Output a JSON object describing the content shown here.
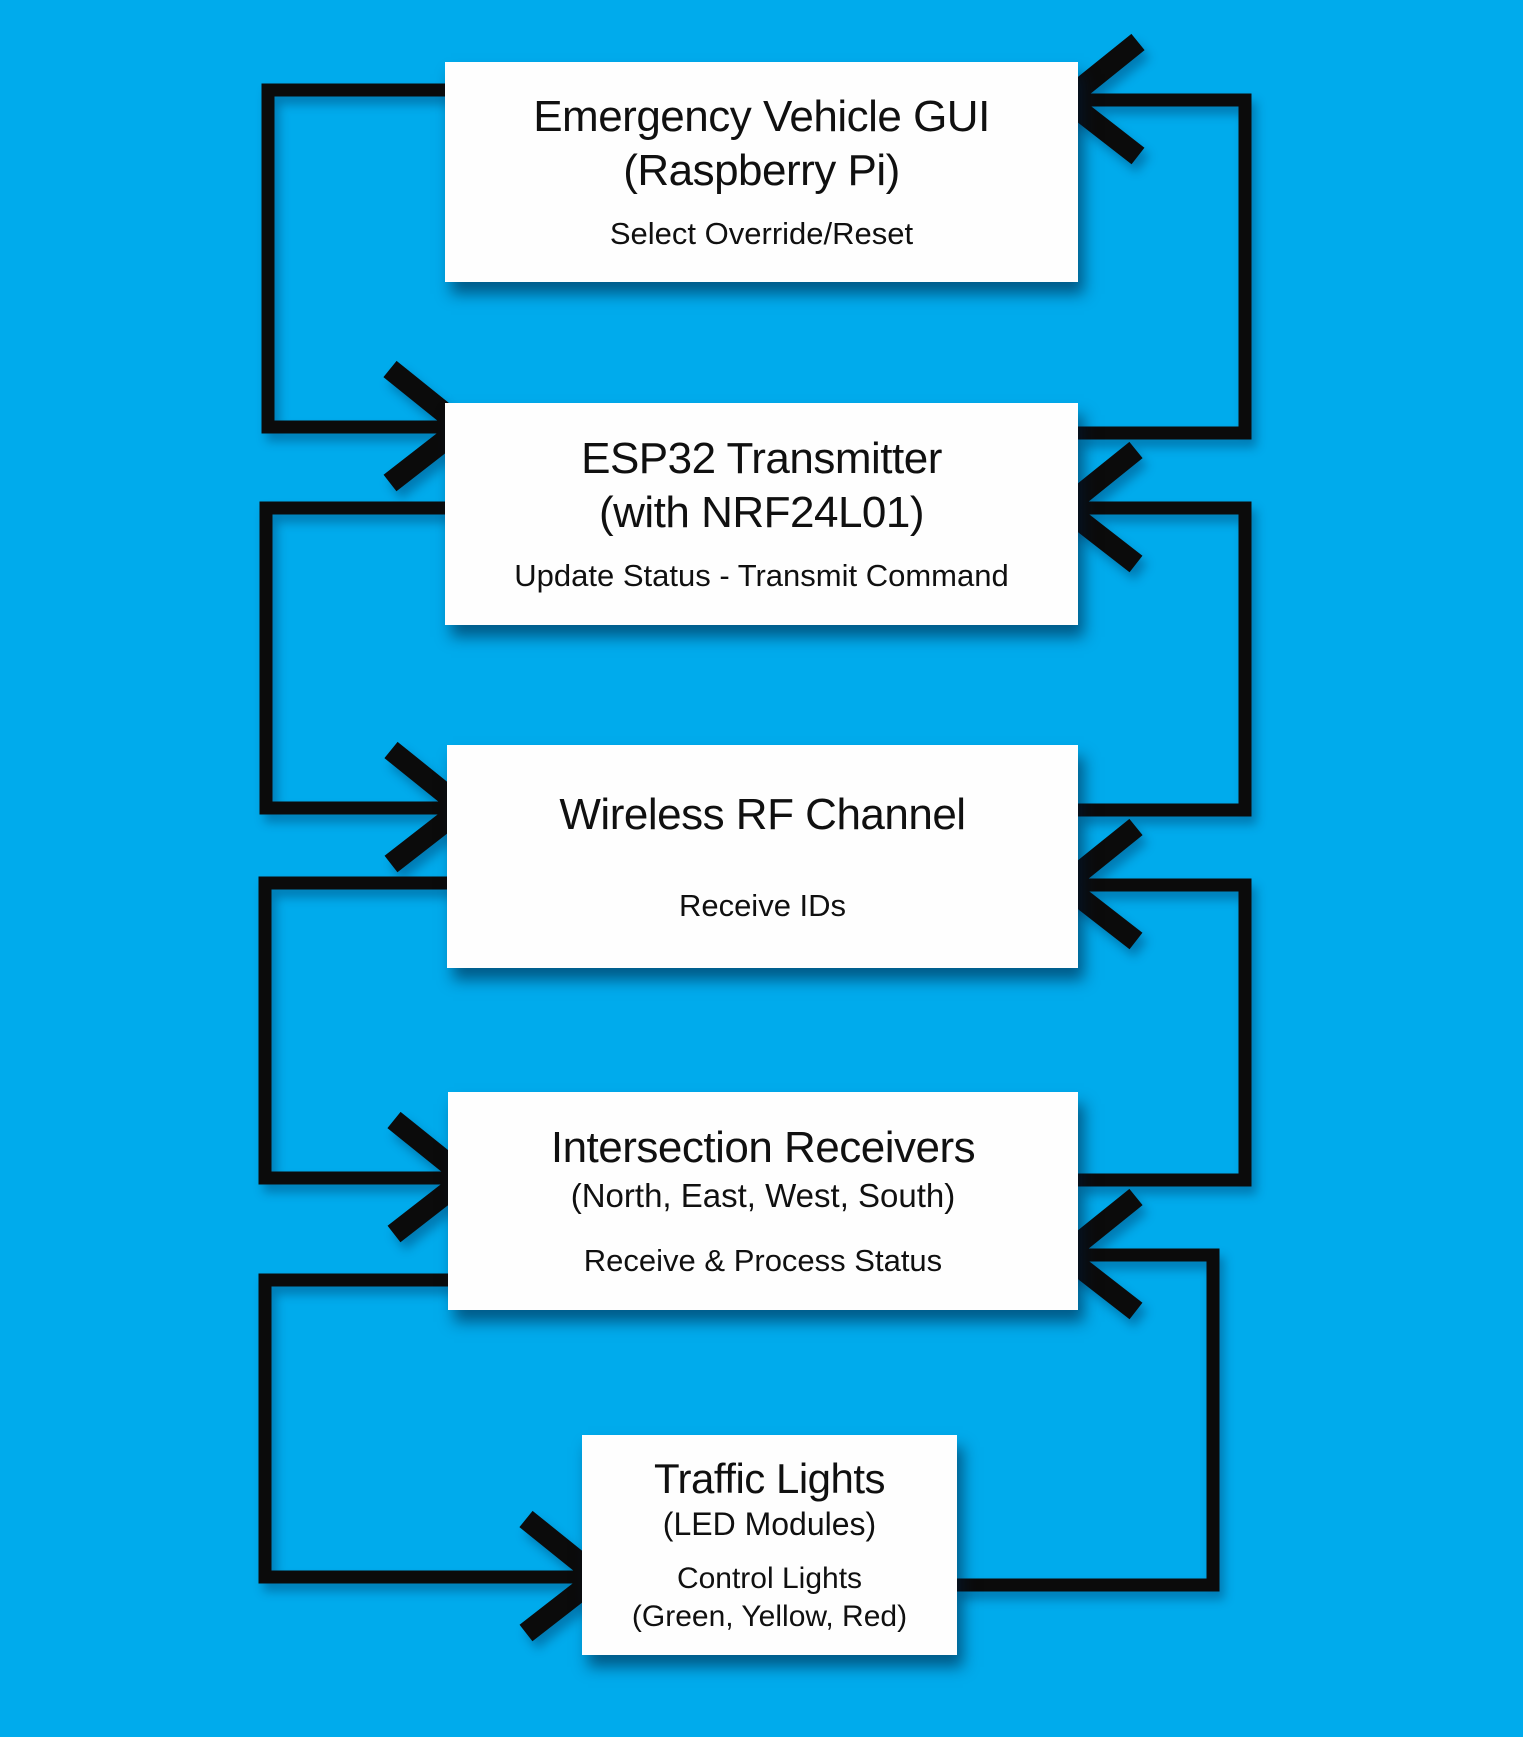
{
  "diagram": {
    "background_color": "#00ABEC",
    "node_fill": "#FEFEFE",
    "line_color": "#0B0B0B",
    "text_color": "#101010"
  },
  "nodes": [
    {
      "id": "emergency-vehicle-gui",
      "t1": "Emergency Vehicle GUI",
      "t2": "(Raspberry Pi)",
      "s1": "Select Override/Reset"
    },
    {
      "id": "esp32-transmitter",
      "t1": "ESP32 Transmitter",
      "t2": "(with NRF24L01)",
      "s1": "Update Status - Transmit Command"
    },
    {
      "id": "wireless-rf-channel",
      "t1": "Wireless RF Channel",
      "s1": "Receive IDs"
    },
    {
      "id": "intersection-receivers",
      "t1": "Intersection Receivers",
      "t2": "(North, East, West, South)",
      "s1": "Receive & Process Status"
    },
    {
      "id": "traffic-lights",
      "t1": "Traffic Lights",
      "t2": "(LED Modules)",
      "s1": "Control Lights",
      "s2": "(Green, Yellow, Red)"
    }
  ],
  "edges": [
    {
      "from": "emergency-vehicle-gui",
      "to": "esp32-transmitter",
      "side": "left",
      "direction": "down"
    },
    {
      "from": "esp32-transmitter",
      "to": "wireless-rf-channel",
      "side": "left",
      "direction": "down"
    },
    {
      "from": "wireless-rf-channel",
      "to": "intersection-receivers",
      "side": "left",
      "direction": "down"
    },
    {
      "from": "intersection-receivers",
      "to": "traffic-lights",
      "side": "left",
      "direction": "down"
    },
    {
      "from": "esp32-transmitter",
      "to": "emergency-vehicle-gui",
      "side": "right",
      "direction": "up"
    },
    {
      "from": "wireless-rf-channel",
      "to": "esp32-transmitter",
      "side": "right",
      "direction": "up"
    },
    {
      "from": "intersection-receivers",
      "to": "wireless-rf-channel",
      "side": "right",
      "direction": "up"
    },
    {
      "from": "traffic-lights",
      "to": "intersection-receivers",
      "side": "right",
      "direction": "up"
    }
  ]
}
